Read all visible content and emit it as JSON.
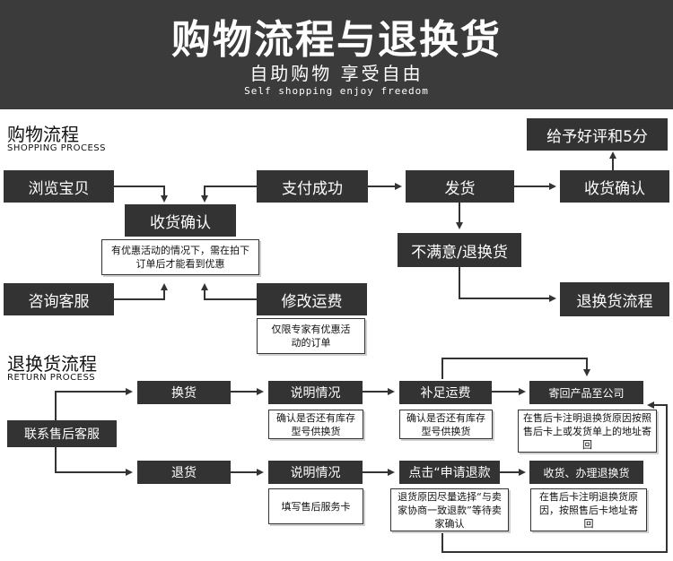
{
  "header": {
    "title": "购物流程与退换货",
    "subtitle": "自助购物  享受自由",
    "subtitle_en": "Self shopping enjoy freedom"
  },
  "shopping": {
    "title": "购物流程",
    "title_en": "SHOPPING PROCESS",
    "browse": "浏览宝贝",
    "confirm_receipt": "收货确认",
    "confirm_note": "有优惠活动的情况下，需在拍下订单后才能看到优惠",
    "consult": "咨询客服",
    "modify_shipping": "修改运费",
    "modify_note": "仅限专家有优惠活动的订单",
    "pay_success": "支付成功",
    "ship": "发货",
    "dissatisfied": "不满意/退换货",
    "receive_confirm": "收货确认",
    "good_review": "给予好评和5分",
    "return_flow": "退换货流程"
  },
  "returns": {
    "title": "退换货流程",
    "title_en": "RETURN PROCESS",
    "contact_service": "联系售后客服",
    "exchange": "换货",
    "refund": "退货",
    "explain_1": "说明情况",
    "explain_2": "说明情况",
    "exchange_note": "确认是否还有库存型号供换货",
    "refund_note": "填写售后服务卡",
    "pay_shipping": "补足运费",
    "pay_shipping_note": "确认是否还有库存型号供换货",
    "apply_refund": "点击“申请退款",
    "apply_refund_note": "退货原因尽量选择“与卖家协商一致退款”等待卖家确认",
    "send_back": "寄回产品至公司",
    "send_back_note": "在售后卡注明退换货原因按照售后卡上或发货单上的地址寄回",
    "receive_handle": "收货、办理退换货",
    "receive_handle_note": "在售后卡注明退换货原因，按照售后卡地址寄回"
  },
  "colors": {
    "header_bg": "#3b3b3b",
    "box_bg": "#333333",
    "line": "#333333"
  }
}
